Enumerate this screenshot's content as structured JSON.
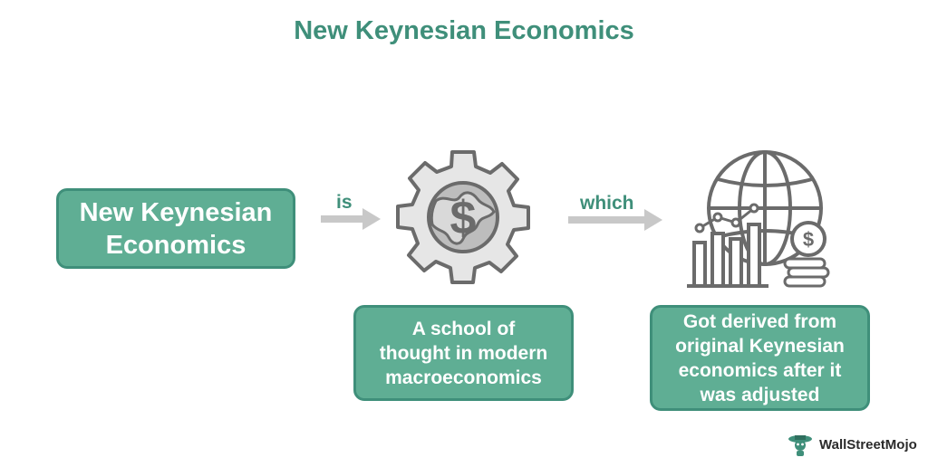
{
  "diagram": {
    "title": "New Keynesian Economics",
    "main_box": {
      "line1": "New Keynesian",
      "line2": "Economics"
    },
    "connector_is": "is",
    "connector_which": "which",
    "school_box": {
      "line1": "A school of",
      "line2": "thought in modern",
      "line3": "macroeconomics"
    },
    "derived_box": {
      "line1": "Got derived from",
      "line2": "original Keynesian",
      "line3": "economics after it",
      "line4": "was adjusted"
    }
  },
  "brand": {
    "name": "WallStreetMojo"
  },
  "colors": {
    "accent": "#3f8f7a",
    "box_fill": "#5fae94",
    "arrow": "#c8c8c8",
    "icon_gray": "#6b6b6b"
  }
}
